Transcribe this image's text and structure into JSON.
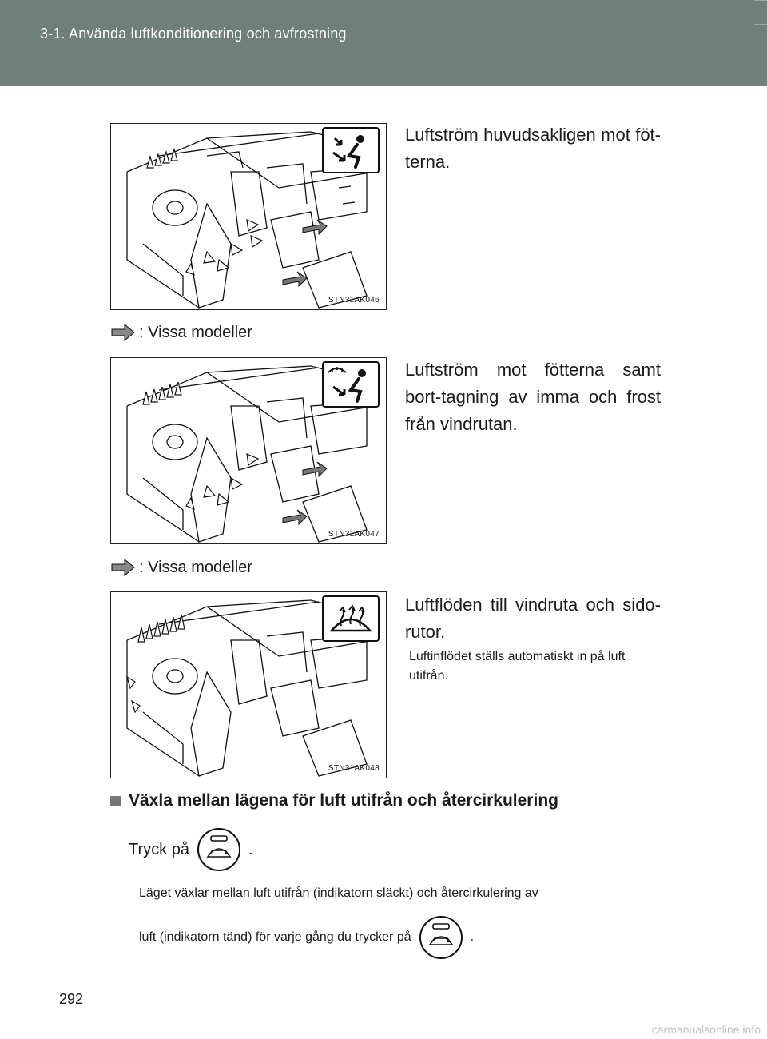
{
  "header": {
    "title": "3-1. Använda luftkonditionering och avfrostning"
  },
  "sections": [
    {
      "figure_code": "STN31AK046",
      "icon": "feet-airflow-icon",
      "description": "Luftström huvudsakligen mot föt-terna.",
      "note": ""
    },
    {
      "models_label": ": Vissa modeller",
      "figure_code": "STN31AK047",
      "icon": "feet-defrost-airflow-icon",
      "description": "Luftström mot fötterna samt bort-tagning av imma och frost från vindrutan.",
      "note": ""
    },
    {
      "models_label": ": Vissa modeller",
      "figure_code": "STN31AK048",
      "icon": "windshield-defrost-icon",
      "description": "Luftflöden till vindruta och sido-rutor.",
      "note": "Luftinflödet ställs automatiskt in på luft utifrån."
    }
  ],
  "switch_section": {
    "heading": "Växla mellan lägena för luft utifrån och återcirkulering",
    "instruction_prefix": "Tryck på",
    "instruction_suffix": ".",
    "explanation_line1": "Läget växlar mellan luft utifrån (indikatorn släckt) och återcirkulering av",
    "explanation_line2_prefix": "luft (indikatorn tänd) för varje gång du trycker på",
    "explanation_line2_suffix": ".",
    "button_icon": "recirculation-button-icon"
  },
  "footer": {
    "page_number": "292",
    "watermark": "carmanualsonline.info"
  },
  "colors": {
    "header_bg": "#6f7f7a",
    "text": "#1a1a1a",
    "bullet": "#777777"
  }
}
